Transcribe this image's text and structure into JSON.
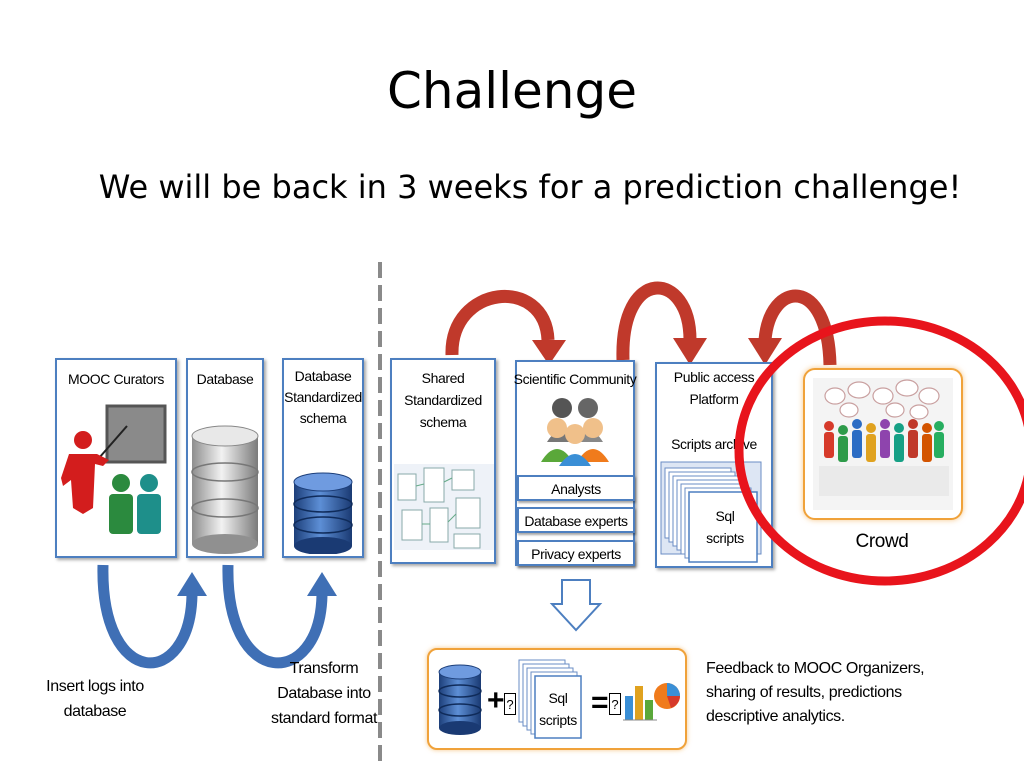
{
  "title": "Challenge",
  "subtitle": "We will be back in 3 weeks for a prediction challenge!",
  "left": {
    "curators": "MOOC Curators",
    "database": "Database",
    "schema_line1": "Database",
    "schema_line2": "Standardized",
    "schema_line3": "schema",
    "insert_line1": "Insert logs into",
    "insert_line2": "database",
    "transform_line1": "Transform",
    "transform_line2": "Database into",
    "transform_line3": "standard format"
  },
  "right": {
    "shared_line1": "Shared",
    "shared_line2": "Standardized",
    "shared_line3": "schema",
    "scientific": "Scientific Community",
    "roles": [
      "Analysts",
      "Database experts",
      "Privacy experts"
    ],
    "public_line1": "Public access",
    "public_line2": "Platform",
    "scripts_archive": "Scripts archive",
    "sql_line1": "Sql",
    "sql_line2": "scripts",
    "crowd": "Crowd",
    "feedback_line1": "Feedback to MOOC Organizers,",
    "feedback_line2": "sharing of results, predictions",
    "feedback_line3": "descriptive analytics.",
    "plus": "+",
    "equals": "=",
    "placeholder_glyph": "?"
  },
  "colors": {
    "box_border": "#4d7fc0",
    "red_arrow": "#c0392b",
    "blue_arrow": "#3f6fb5",
    "crowd_ring": "#e8141c",
    "crowd_box": "#f0a23a",
    "divider": "#8a8a8a"
  },
  "icons": [
    "presenter-icon",
    "database-silver-icon",
    "database-blue-icon",
    "people-group-icon",
    "crowd-speech-icon",
    "chart-icon",
    "down-arrow-icon"
  ]
}
